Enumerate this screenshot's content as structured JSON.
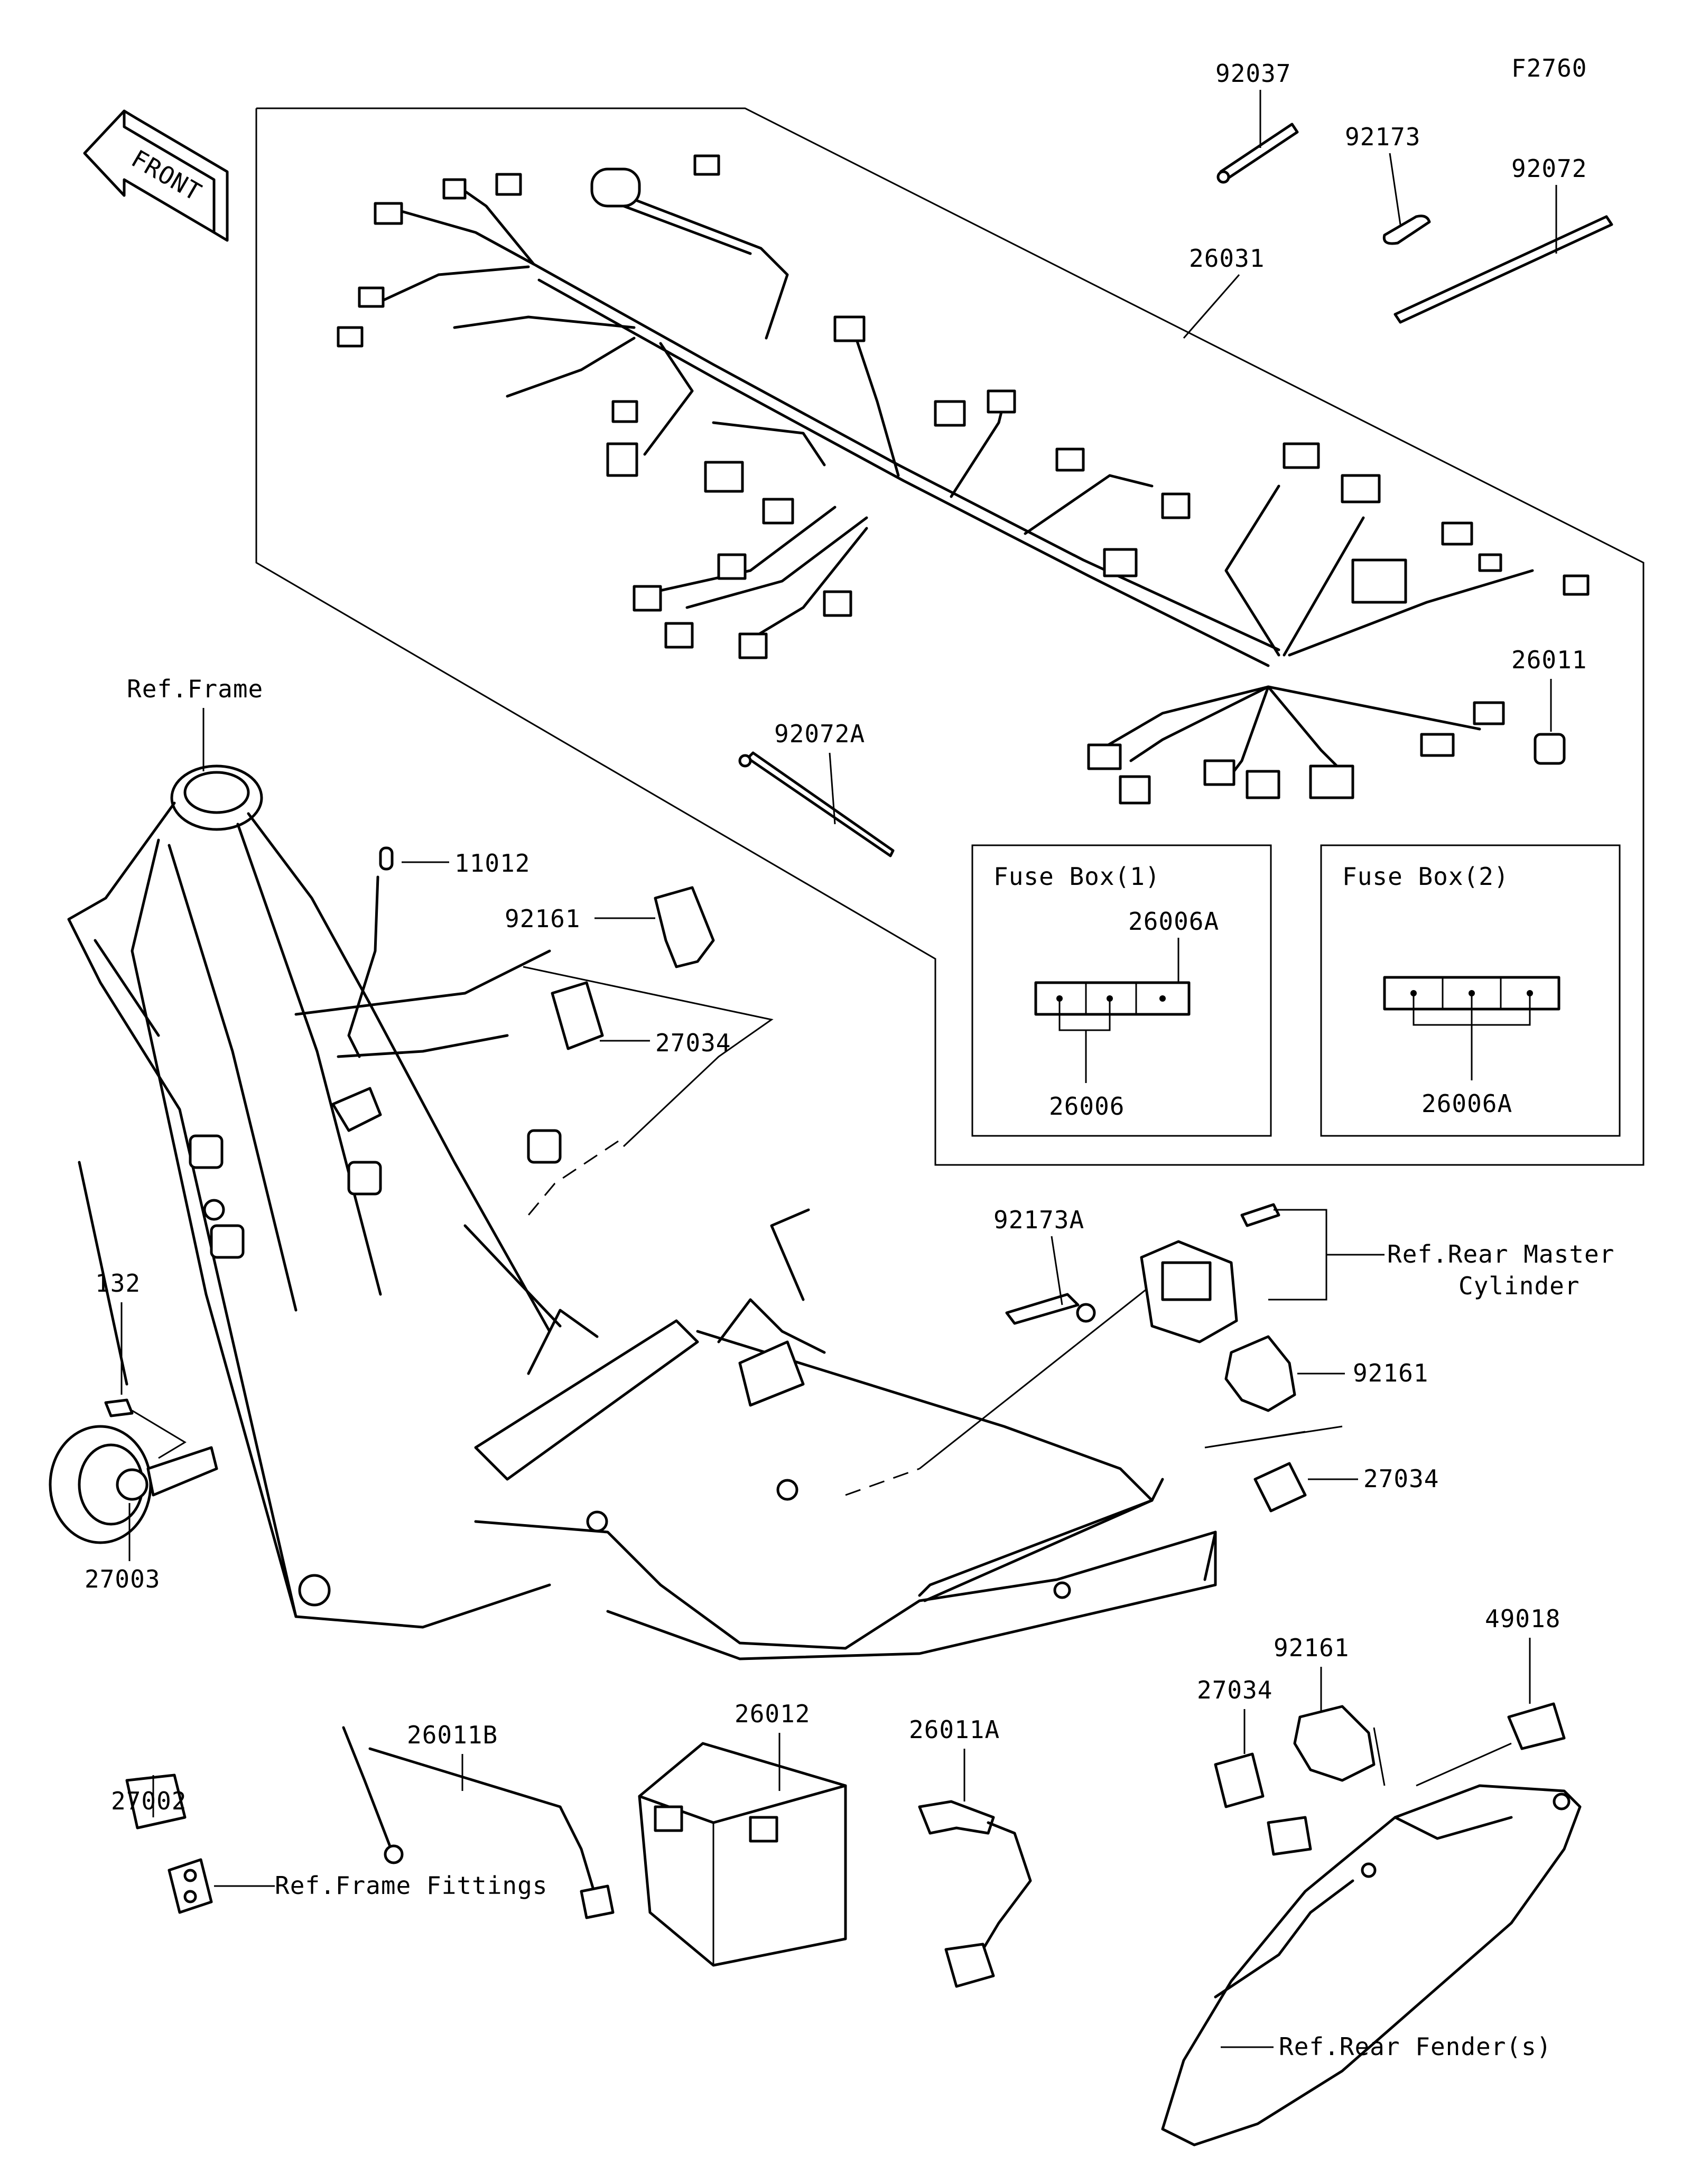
{
  "figure_code": "F2760",
  "front_arrow_label": "FRONT",
  "part_numbers": {
    "p92037": "92037",
    "p92173": "92173",
    "p92072": "92072",
    "p26031": "26031",
    "p26011": "26011",
    "p92072A": "92072A",
    "p11012": "11012",
    "p92161_a": "92161",
    "p27034_a": "27034",
    "p92173A": "92173A",
    "p92161_b": "92161",
    "p27034_b": "27034",
    "p132": "132",
    "p27003": "27003",
    "p27002": "27002",
    "p26011B": "26011B",
    "p26012": "26012",
    "p26011A": "26011A",
    "p27034_c": "27034",
    "p92161_c": "92161",
    "p49018": "49018"
  },
  "fuse_box_1": {
    "title": "Fuse Box(1)",
    "top_label": "26006A",
    "bottom_label": "26006"
  },
  "fuse_box_2": {
    "title": "Fuse Box(2)",
    "bottom_label": "26006A"
  },
  "references": {
    "frame": "Ref.Frame",
    "rear_master_cylinder_line1": "Ref.Rear Master",
    "rear_master_cylinder_line2": "Cylinder",
    "frame_fittings": "Ref.Frame Fittings",
    "rear_fender": "Ref.Rear Fender(s)"
  }
}
